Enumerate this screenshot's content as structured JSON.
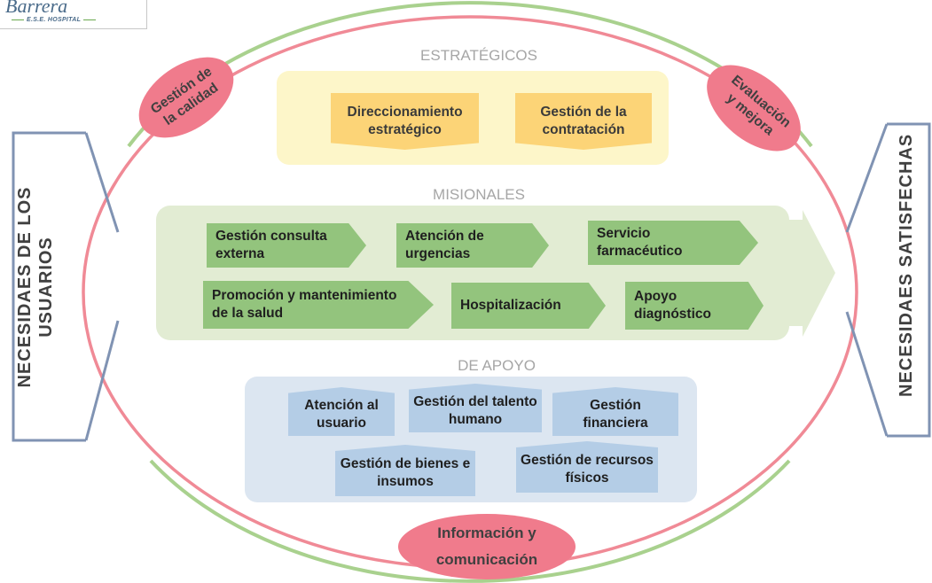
{
  "logo": {
    "name": "Barrera",
    "subtitle": "E.S.E. HOSPITAL"
  },
  "sections": {
    "estrategicos": {
      "title": "ESTRATÉGICOS",
      "processes": [
        "Direccionamiento estratégico",
        "Gestión de la contratación"
      ]
    },
    "misionales": {
      "title": "MISIONALES",
      "processes": [
        "Gestión consulta externa",
        "Atención de urgencias",
        "Servicio farmacéutico",
        "Promoción y mantenimiento de la salud",
        "Hospitalización",
        "Apoyo diagnóstico"
      ]
    },
    "apoyo": {
      "title": "DE APOYO",
      "processes": [
        "Atención al usuario",
        "Gestión del talento humano",
        "Gestión financiera",
        "Gestión de bienes e insumos",
        "Gestión de recursos físicos"
      ]
    }
  },
  "cross_processes": {
    "left": "Gestión de la calidad",
    "right": "Evaluación y mejora",
    "bottom": "Información y comunicación"
  },
  "inputs": {
    "left_line1": "NECESIDAES  DE LOS",
    "left_line2": "USUARIOS"
  },
  "outputs": {
    "right": "NECESIDAES  SATISFECHAS"
  },
  "colors": {
    "estrategicos_panel": "#fdf6c9",
    "estrategicos_box": "#fcd477",
    "misionales_panel": "#e2ecd3",
    "misionales_box": "#93c47d",
    "apoyo_panel": "#dce6f1",
    "apoyo_box": "#b4cde6",
    "cross_ellipse": "#f07b8c",
    "ring_outer": "#f08a96",
    "ring_inner": "#a9d18e",
    "bracket": "#8093b3"
  }
}
